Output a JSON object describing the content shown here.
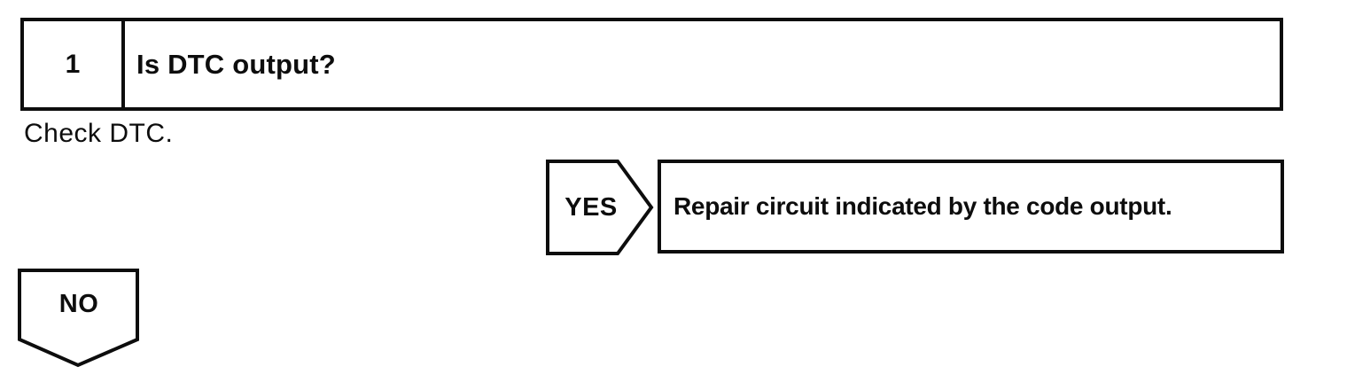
{
  "colors": {
    "ink": "#0d0d0d",
    "paper": "#ffffff"
  },
  "flowchart": {
    "step": {
      "number": "1",
      "question": "Is DTC output?"
    },
    "instruction": "Check DTC.",
    "branches": {
      "yes": {
        "label": "YES",
        "result": "Repair circuit indicated by the code output."
      },
      "no": {
        "label": "NO"
      }
    }
  }
}
